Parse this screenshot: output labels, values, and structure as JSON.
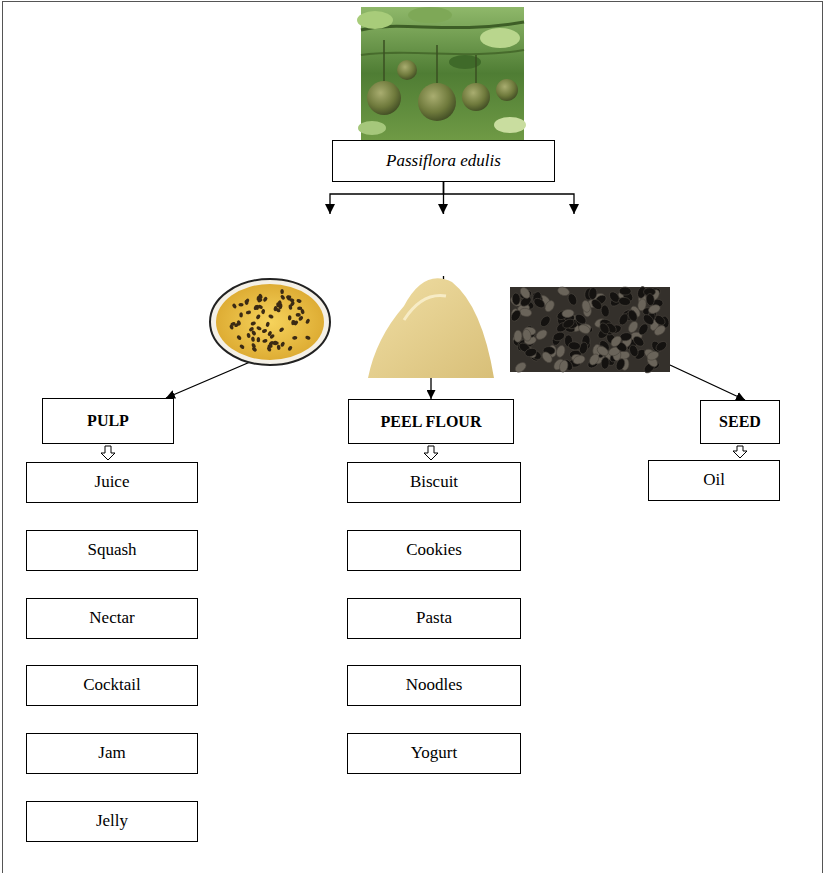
{
  "diagram": {
    "nodes": [
      {
        "text": [
          "Passiflora edulis"
        ]
      },
      {
        "text": [
          "PULP"
        ]
      },
      {
        "text": [
          "PEEL FLOUR"
        ]
      },
      {
        "text": [
          "SEED"
        ]
      },
      {
        "text": [
          "Juice"
        ]
      },
      {
        "text": [
          "Squash"
        ]
      },
      {
        "text": [
          "Nectar"
        ]
      },
      {
        "text": [
          "Cocktail"
        ]
      },
      {
        "text": [
          "Jam"
        ]
      },
      {
        "text": [
          "Jelly"
        ]
      },
      {
        "text": [
          "Biscuit"
        ]
      },
      {
        "text": [
          "Cookies"
        ]
      },
      {
        "text": [
          "Pasta"
        ]
      },
      {
        "text": [
          "Noodles"
        ]
      },
      {
        "text": [
          "Yogurt"
        ]
      },
      {
        "text": [
          "Oil"
        ]
      }
    ],
    "edges": [
      {
        "from": 0,
        "to": 1,
        "arrow": "to"
      },
      {
        "from": 0,
        "to": 2,
        "arrow": "to"
      },
      {
        "from": 0,
        "to": 3,
        "arrow": "to"
      },
      {
        "from": 1,
        "to": 4,
        "arrow": "to"
      },
      {
        "from": 2,
        "to": 10,
        "arrow": "to"
      },
      {
        "from": 3,
        "to": 15,
        "arrow": "to"
      }
    ]
  }
}
